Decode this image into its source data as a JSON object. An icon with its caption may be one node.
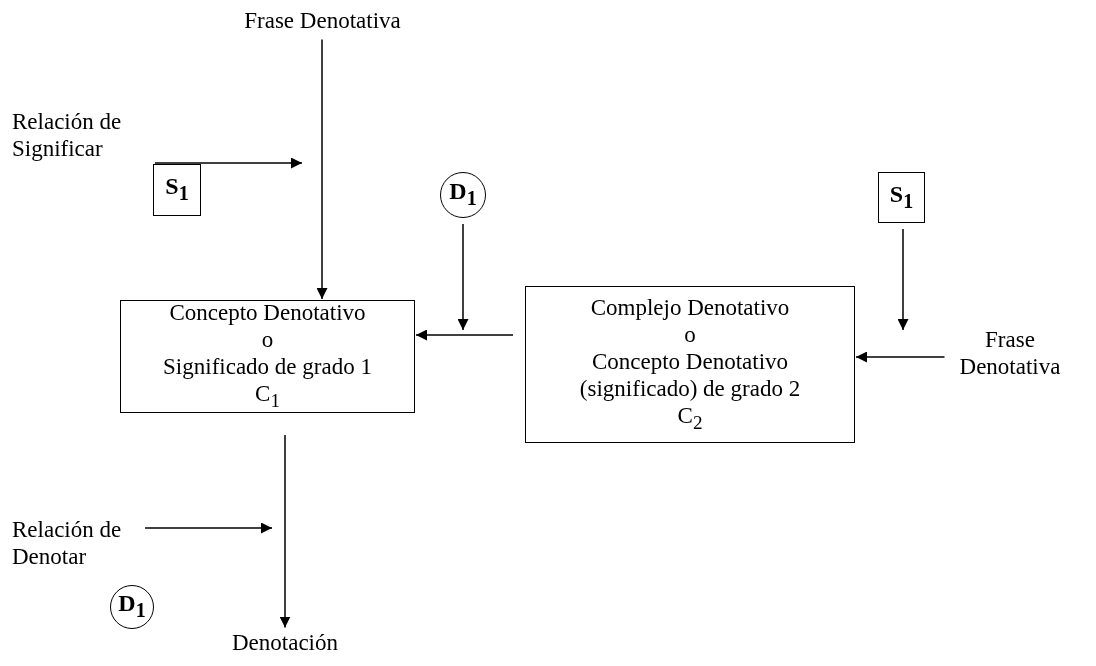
{
  "diagram": {
    "nodes": [
      {
        "text": [
          "Frase Denotativa"
        ]
      },
      {
        "text": [
          "Relación de Significar"
        ]
      },
      {
        "text": [
          "S$_{1}$"
        ]
      },
      {
        "text": [
          "D$_{1}$"
        ]
      },
      {
        "text": [
          "S$_{1}$"
        ]
      },
      {
        "text": [
          "Concepto Denotativo",
          "o",
          "Significado de grado 1",
          "C$_{1}$"
        ]
      },
      {
        "text": [
          "Complejo Denotativo",
          "o",
          "Concepto Denotativo (significado) de grado 2",
          "C$_{2}$"
        ]
      },
      {
        "text": [
          "Frase Denotativa"
        ]
      },
      {
        "text": [
          "Relación de Denotar"
        ]
      },
      {
        "text": [
          "D$_{1}$"
        ]
      },
      {
        "text": [
          "Denotación"
        ]
      }
    ],
    "edges": [
      {
        "from": 0,
        "to": 5,
        "arrow": "to"
      },
      {
        "from": 1,
        "to": null,
        "arrow": "to"
      },
      {
        "from": 3,
        "to": null,
        "arrow": "to"
      },
      {
        "from": 6,
        "to": 5,
        "arrow": "to"
      },
      {
        "from": 4,
        "to": null,
        "arrow": "to"
      },
      {
        "from": 7,
        "to": 6,
        "arrow": "to"
      },
      {
        "from": 5,
        "to": 10,
        "arrow": "to"
      },
      {
        "from": 8,
        "to": null,
        "arrow": "to"
      }
    ]
  }
}
